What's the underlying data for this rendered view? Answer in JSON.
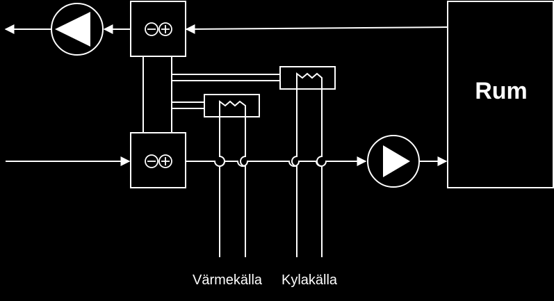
{
  "room": {
    "label": "Rum"
  },
  "sources": {
    "heat_label": "Värmekälla",
    "cool_label": "Kylakälla"
  },
  "colors": {
    "background": "#000000",
    "stroke": "#ffffff"
  }
}
